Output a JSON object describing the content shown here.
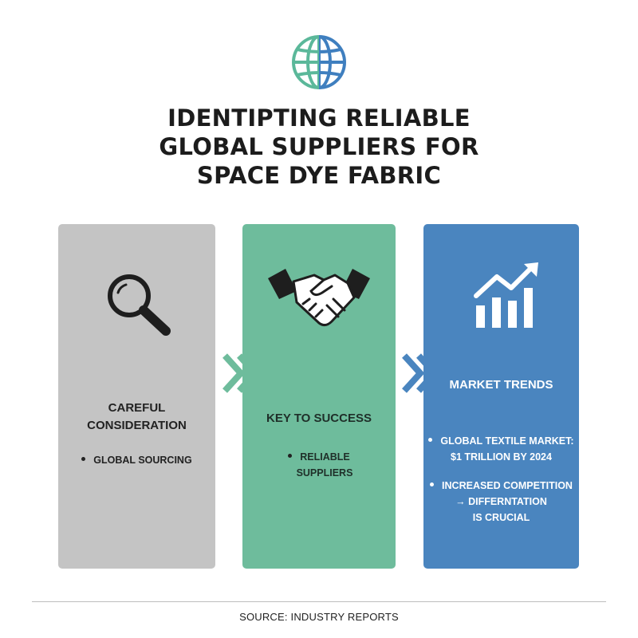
{
  "title": {
    "line1": "IDENTIPTING RELIABLE",
    "line2": "GLOBAL SUPPLIERS FOR",
    "line3": "SPACE DYE FABRIC"
  },
  "icons": {
    "header": "globe-icon",
    "card1": "magnifying-glass-icon",
    "card2": "handshake-icon",
    "card3": "bar-chart-trend-icon",
    "arrows": "chevron-right-icon"
  },
  "colors": {
    "card1": "#c4c4c4",
    "card2": "#6ebc9c",
    "card3": "#4a85bf",
    "globe_green": "#5bb89a",
    "globe_blue": "#3f7fbf"
  },
  "cards": [
    {
      "title_line1": "CAREFUL",
      "title_line2": "CONSIDERATION",
      "bullets": [
        {
          "line1": "GLOBAL SOURCING"
        }
      ]
    },
    {
      "title_line1": "KEY TO SUCCESS",
      "bullets": [
        {
          "line1": "RELIABLE",
          "line2": "SUPPLIERS"
        }
      ]
    },
    {
      "title_line1": "MARKET TRENDS",
      "bullets": [
        {
          "line1": "GLOBAL TEXTILE MARKET:",
          "line2": "$1 TRILLION BY 2024"
        },
        {
          "line1": "INCREASED COMPETITION",
          "line2": "→ DIFFERNTATION",
          "line3": "IS CRUCIAL"
        }
      ]
    }
  ],
  "footer": {
    "source": "SOURCE: INDUSTRY REPORTS"
  }
}
